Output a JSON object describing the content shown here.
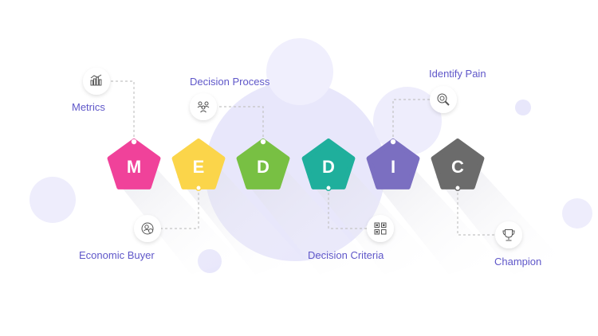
{
  "letters": [
    {
      "letter": "M",
      "color": "#f0429a"
    },
    {
      "letter": "E",
      "color": "#fbd54a"
    },
    {
      "letter": "D",
      "color": "#78c043"
    },
    {
      "letter": "D",
      "color": "#1faf9c"
    },
    {
      "letter": "I",
      "color": "#7b6fc1"
    },
    {
      "letter": "C",
      "color": "#6b6b6b"
    }
  ],
  "labels": {
    "metrics": "Metrics",
    "economic_buyer": "Economic Buyer",
    "decision_process": "Decision Process",
    "decision_criteria": "Decision Criteria",
    "identify_pain": "Identify Pain",
    "champion": "Champion"
  },
  "icons": {
    "metrics": "bar-chart-icon",
    "economic_buyer": "buyer-icon",
    "decision_process": "team-icon",
    "decision_criteria": "qr-grid-icon",
    "identify_pain": "magnifier-icon",
    "champion": "trophy-icon"
  },
  "colors": {
    "label": "#5f57c9",
    "background_circle": "#ebeafc",
    "connector": "#c4c4c4"
  }
}
